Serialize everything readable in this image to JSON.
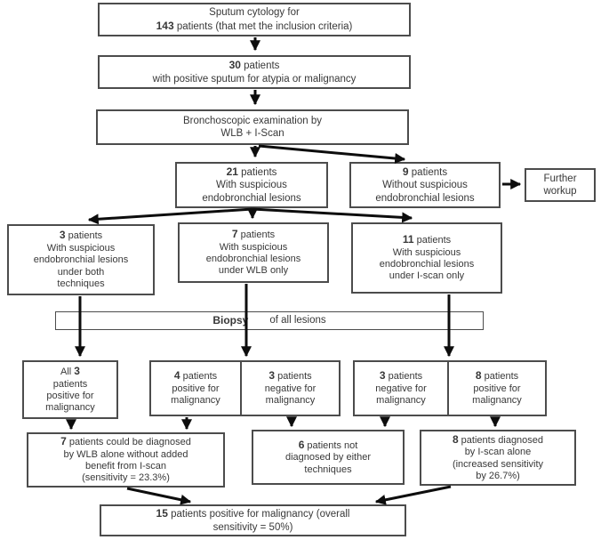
{
  "diagram_title": "Study flow diagram: sputum cytology and bronchoscopic examination (WLB + I-Scan)",
  "colors": {
    "background": "#ffffff",
    "box_border": "#4c4c4c",
    "text": "#383838",
    "arrow": "#0d0d0d"
  },
  "boxes": {
    "sputum": {
      "l1": "Sputum cytology for",
      "num": "143",
      "l2rest": " patients (that met the inclusion criteria)"
    },
    "positive_sputum": {
      "num": "30",
      "rest": " patients",
      "l2": "with positive sputum for atypia or malignancy"
    },
    "bronchoscopy": {
      "l1": "Bronchoscopic examination by",
      "l2": "WLB + I-Scan"
    },
    "with_lesions": {
      "num": "21",
      "rest": " patients",
      "l2": "With suspicious",
      "l3": "endobronchial lesions"
    },
    "without_lesions": {
      "num": "9",
      "rest": " patients",
      "l2": "Without suspicious",
      "l3": "endobronchial lesions"
    },
    "further_workup": {
      "l1": "Further",
      "l2": "workup"
    },
    "both_techniques": {
      "num": "3",
      "rest": " patients",
      "l2": "With suspicious",
      "l3": "endobronchial lesions",
      "l4": "under both",
      "l5": "techniques"
    },
    "wlb_only": {
      "num": "7",
      "rest": " patients",
      "l2": "With suspicious",
      "l3": "endobronchial lesions",
      "l4": "under WLB only"
    },
    "iscan_only": {
      "num": "11",
      "rest": " patients",
      "l2": "With suspicious",
      "l3": "endobronchial lesions",
      "l4": "under I-scan only"
    },
    "biopsy_bar": {
      "bold": "Biopsy",
      "rest": "of all lesions"
    },
    "all3_positive": {
      "pre": "All ",
      "num": "3",
      "l2": "patients",
      "l3": "positive for",
      "l4": "malignancy"
    },
    "pos4": {
      "num": "4",
      "rest": " patients",
      "l2": "positive for",
      "l3": "malignancy"
    },
    "neg3_wlb": {
      "num": "3",
      "rest": " patients",
      "l2": "negative for",
      "l3": "malignancy"
    },
    "neg3_iscan": {
      "num": "3",
      "rest": " patients",
      "l2": "negative for",
      "l3": "malignancy"
    },
    "pos8": {
      "num": "8",
      "rest": " patients",
      "l2": "positive for",
      "l3": "malignancy"
    },
    "wlb_diagnosed": {
      "num": "7",
      "rest": " patients could be diagnosed",
      "l2": "by WLB alone without added",
      "l3": "benefit from I-scan",
      "l4": "(sensitivity = 23.3%)"
    },
    "not_diagnosed": {
      "num": "6",
      "rest": " patients not",
      "l2": "diagnosed by either",
      "l3": "techniques"
    },
    "iscan_diagnosed": {
      "num": "8",
      "rest": " patients diagnosed",
      "l2": "by I-scan alone",
      "l3": "(increased sensitivity",
      "l4": "by 26.7%)"
    },
    "overall": {
      "num": "15",
      "rest": " patients positive for malignancy (overall",
      "l2": "sensitivity = 50%)"
    }
  },
  "edges": [
    {
      "from": "Sputum cytology for 143 patients",
      "to": "30 patients with positive sputum"
    },
    {
      "from": "30 patients with positive sputum",
      "to": "Bronchoscopic examination by WLB + I-Scan"
    },
    {
      "from": "Bronchoscopic examination",
      "to": "21 patients with suspicious endobronchial lesions"
    },
    {
      "from": "Bronchoscopic examination",
      "to": "9 patients without suspicious endobronchial lesions"
    },
    {
      "from": "9 patients without suspicious endobronchial lesions",
      "to": "Further workup"
    },
    {
      "from": "21 patients with suspicious endobronchial lesions",
      "to": "3 patients under both techniques"
    },
    {
      "from": "21 patients with suspicious endobronchial lesions",
      "to": "7 patients under WLB only"
    },
    {
      "from": "21 patients with suspicious endobronchial lesions",
      "to": "11 patients under I-scan only"
    },
    {
      "from": "3 patients under both techniques",
      "to": "All 3 patients positive for malignancy",
      "via": "Biopsy of all lesions"
    },
    {
      "from": "7 patients under WLB only",
      "to": "4 positive / 3 negative for malignancy",
      "via": "Biopsy of all lesions"
    },
    {
      "from": "11 patients under I-scan only",
      "to": "3 negative / 8 positive for malignancy",
      "via": "Biopsy of all lesions"
    },
    {
      "from": "All 3 patients positive for malignancy",
      "to": "7 patients could be diagnosed by WLB alone"
    },
    {
      "from": "4 patients positive for malignancy",
      "to": "7 patients could be diagnosed by WLB alone"
    },
    {
      "from": "3 patients negative for malignancy (WLB)",
      "to": "6 patients not diagnosed by either techniques"
    },
    {
      "from": "3 patients negative for malignancy (I-scan)",
      "to": "6 patients not diagnosed by either techniques"
    },
    {
      "from": "8 patients positive for malignancy",
      "to": "8 patients diagnosed by I-scan alone"
    },
    {
      "from": "7 patients could be diagnosed by WLB alone",
      "to": "15 patients positive for malignancy (overall sensitivity = 50%)"
    },
    {
      "from": "8 patients diagnosed by I-scan alone",
      "to": "15 patients positive for malignancy (overall sensitivity = 50%)"
    }
  ]
}
